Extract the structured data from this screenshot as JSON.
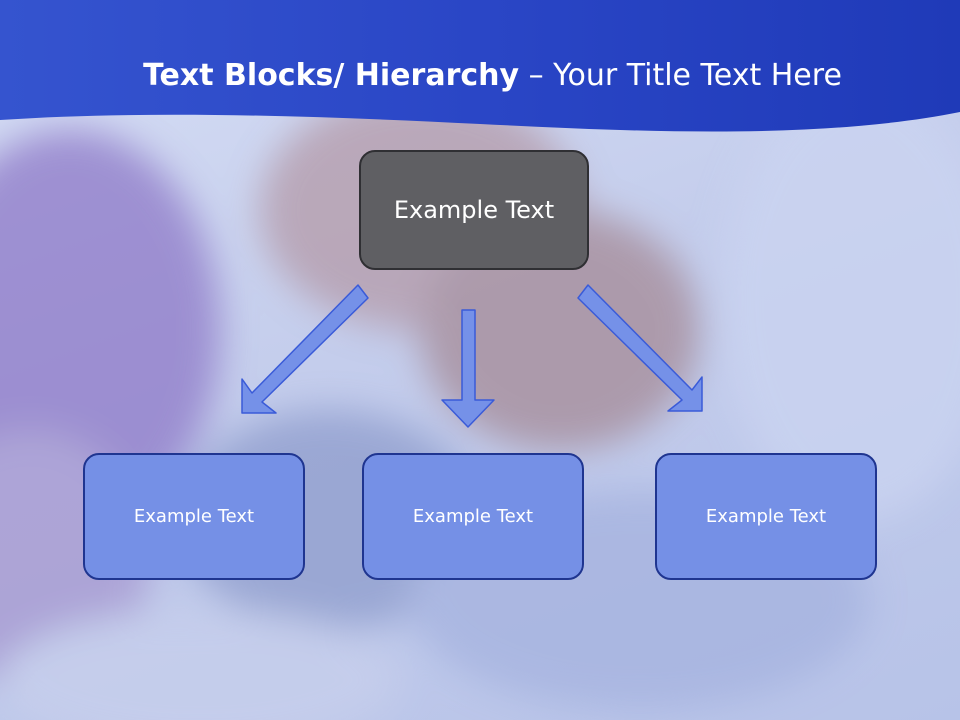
{
  "title": {
    "bold": "Text Blocks/ Hierarchy",
    "rest": " – Your Title Text Here"
  },
  "diagram": {
    "top_node": {
      "label": "Example Text"
    },
    "children": [
      {
        "label": "Example Text"
      },
      {
        "label": "Example Text"
      },
      {
        "label": "Example Text"
      }
    ]
  },
  "colors": {
    "header": "#2747c8",
    "top_box": "#5f5f63",
    "child_box": "#7590e6",
    "child_border": "#1f3590",
    "arrow": "#7591e8"
  }
}
